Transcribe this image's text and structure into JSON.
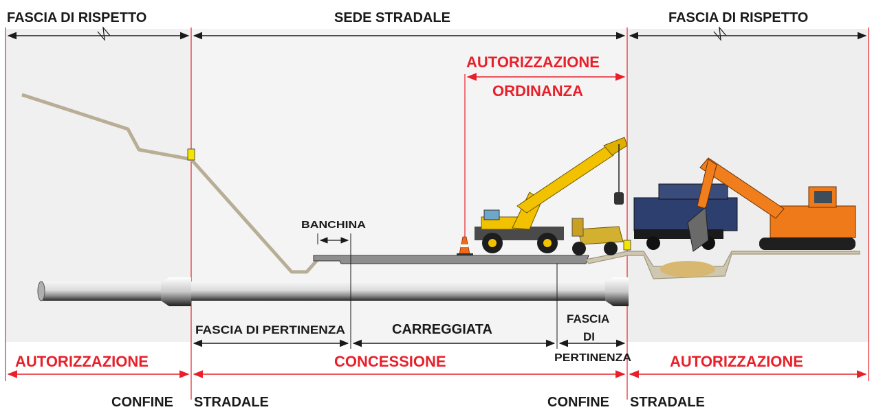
{
  "top_zones": {
    "left_buffer": "FASCIA DI RISPETTO",
    "roadway_seat": "SEDE STRADALE",
    "right_buffer": "FASCIA DI RISPETTO"
  },
  "upper_permits": {
    "authorization": "AUTORIZZAZIONE",
    "ordinance": "ORDINANZA"
  },
  "road_parts": {
    "shoulder": "BANCHINA",
    "left_strip": "FASCIA DI PERTINENZA",
    "carriageway": "CARREGGIATA",
    "right_strip_line1": "FASCIA",
    "right_strip_line2": "DI",
    "right_strip_line3": "PERTINENZA"
  },
  "lower_permits": {
    "left": "AUTORIZZAZIONE",
    "center": "CONCESSIONE",
    "right": "AUTORIZZAZIONE"
  },
  "boundaries": {
    "left_part1": "CONFINE",
    "left_part2": "STRADALE",
    "right_part1": "CONFINE",
    "right_part2": "STRADALE"
  },
  "colors": {
    "permit_red": "#e8202a",
    "zone_fill": "#f0f0f0",
    "terrain": "#b8ae96",
    "marker_yellow": "#f4e400"
  },
  "icons": {
    "crane": "mobile-crane-icon",
    "dumper": "site-dumper-icon",
    "truck": "dump-truck-icon",
    "excavator": "excavator-icon",
    "cone": "traffic-cone-icon"
  }
}
